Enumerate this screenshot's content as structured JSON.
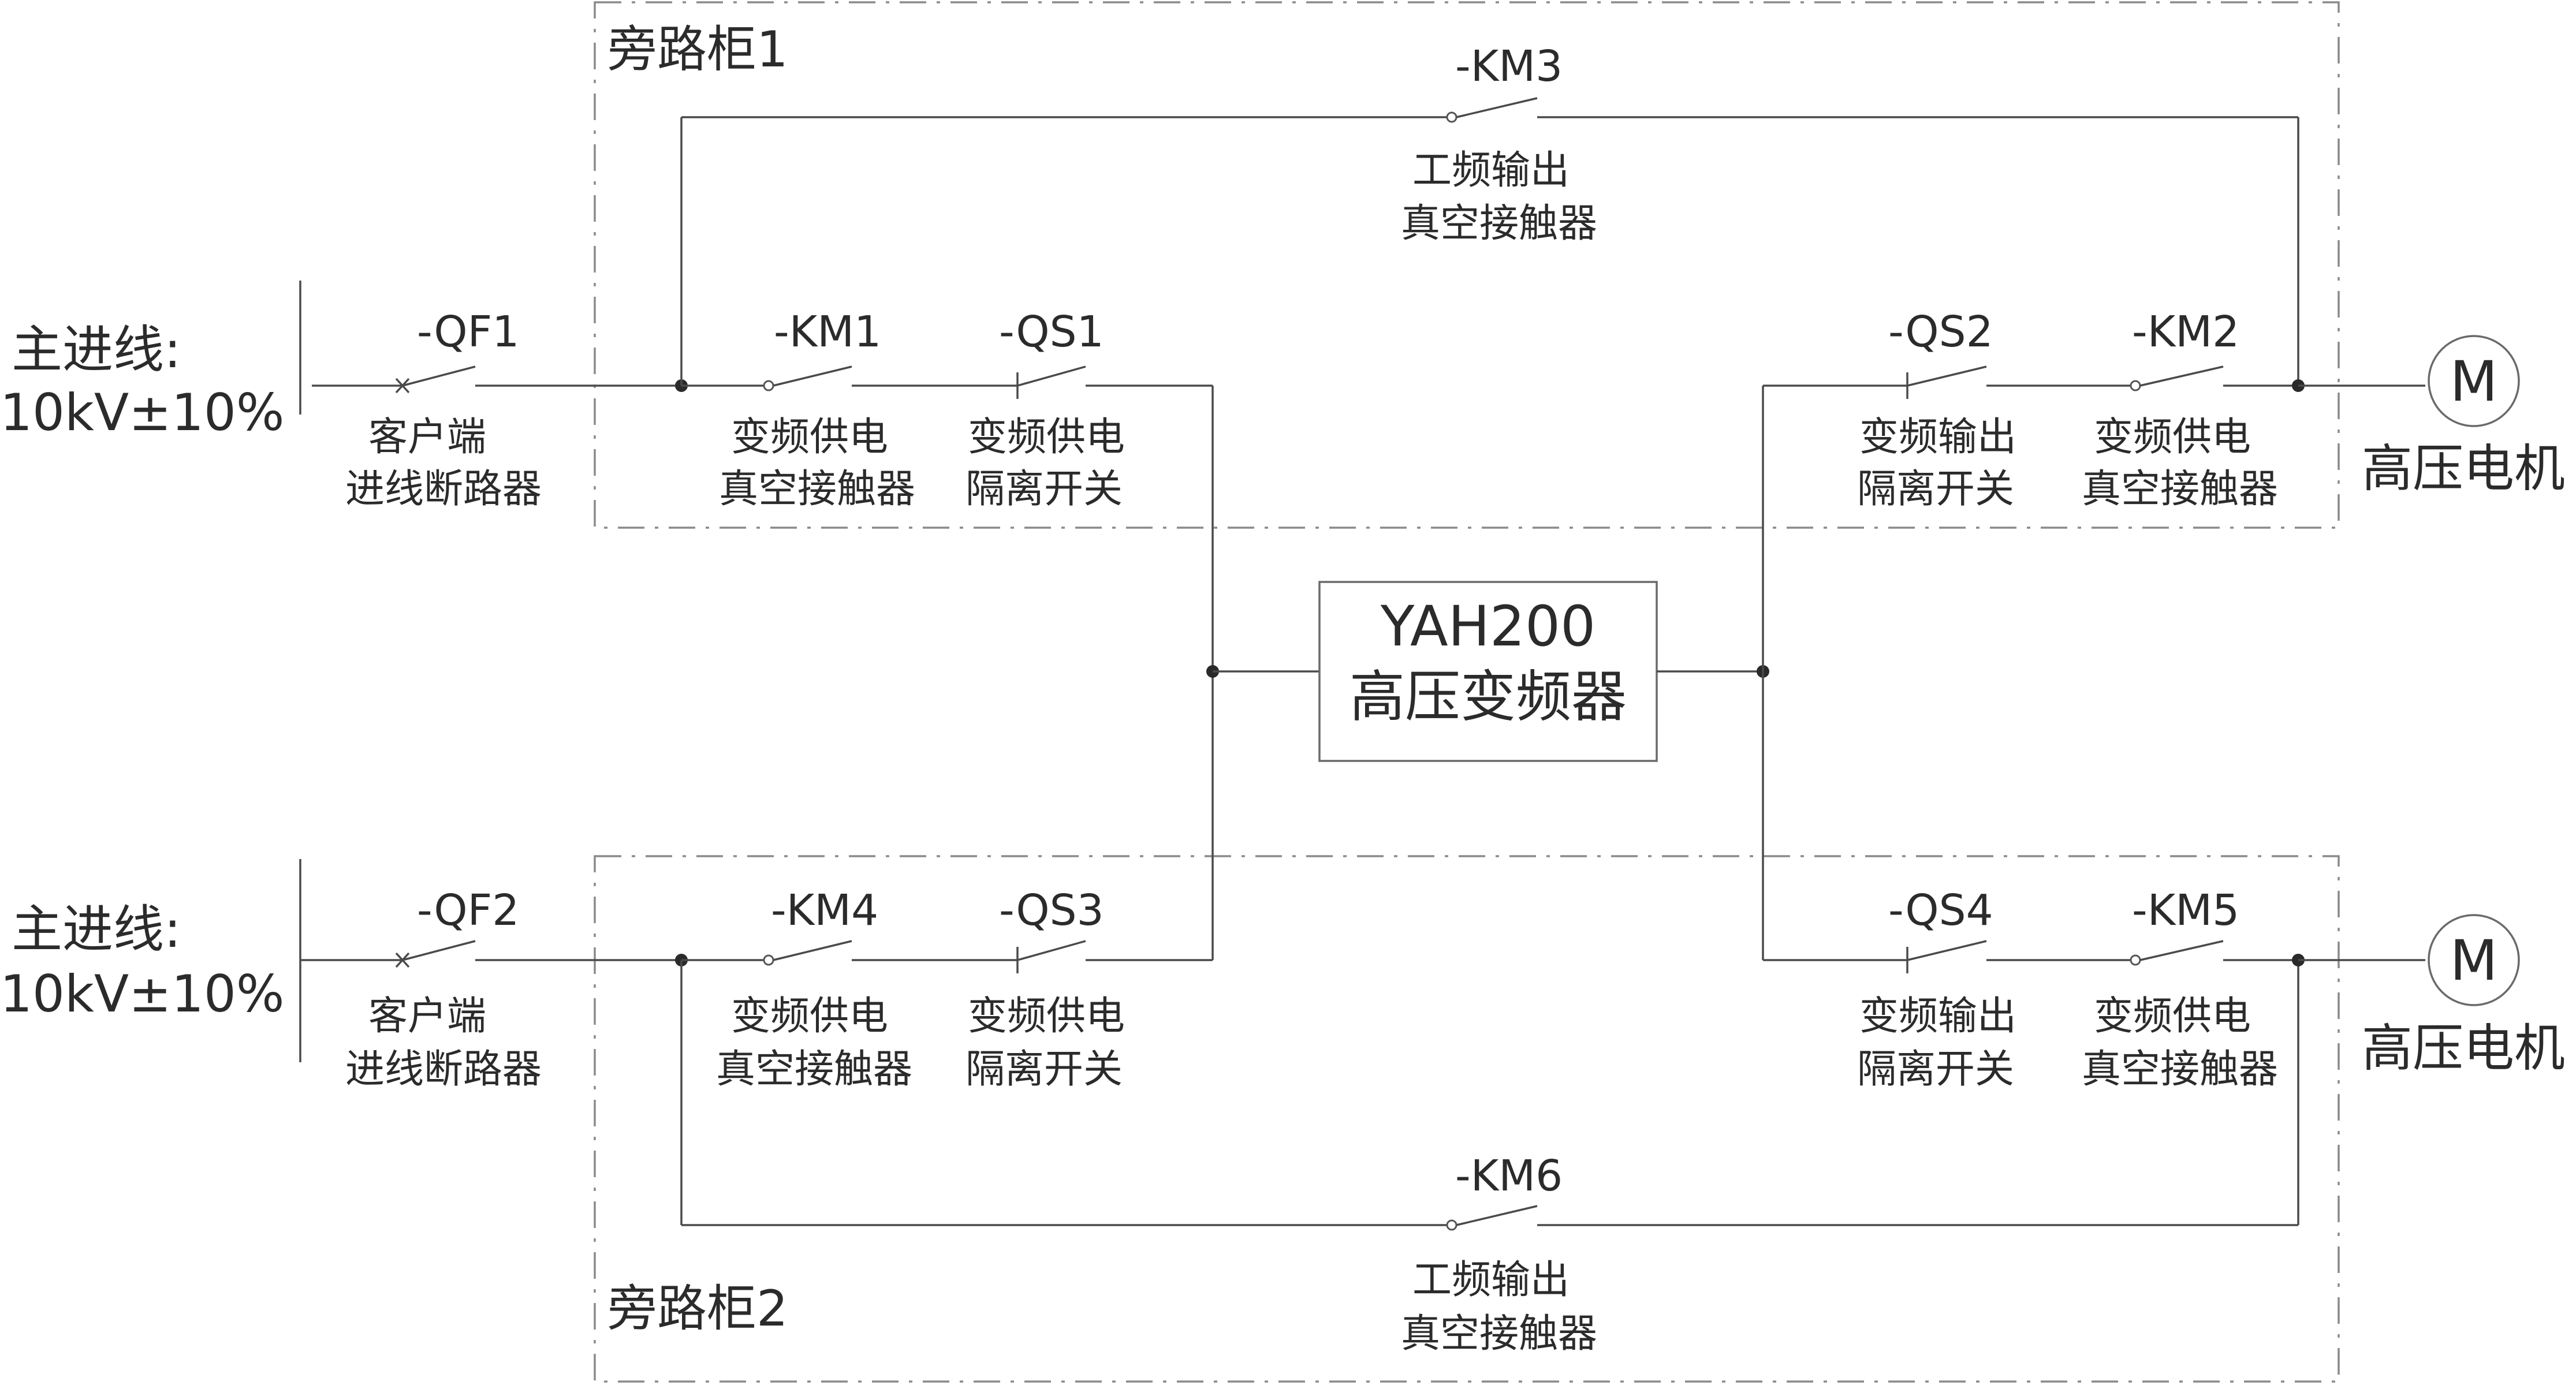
{
  "cabinets": [
    {
      "title": "旁路柜1"
    },
    {
      "title": "旁路柜2"
    }
  ],
  "sources": [
    {
      "label": "主进线:",
      "voltage": "10kV±10%"
    },
    {
      "label": "主进线:",
      "voltage": "10kV±10%"
    }
  ],
  "inverter": {
    "model": "YAH200",
    "name": "高压变频器"
  },
  "motors": [
    {
      "symbol": "M",
      "label": "高压电机"
    },
    {
      "symbol": "M",
      "label": "高压电机"
    }
  ],
  "devices": {
    "QF1": {
      "tag": "-QF1",
      "line1": "客户端",
      "line2": "进线断路器"
    },
    "KM1": {
      "tag": "-KM1",
      "line1": "变频供电",
      "line2": "真空接触器"
    },
    "QS1": {
      "tag": "-QS1",
      "line1": "变频供电",
      "line2": "隔离开关"
    },
    "KM3": {
      "tag": "-KM3",
      "line1": "工频输出",
      "line2": "真空接触器"
    },
    "QS2": {
      "tag": "-QS2",
      "line1": "变频输出",
      "line2": "隔离开关"
    },
    "KM2": {
      "tag": "-KM2",
      "line1": "变频供电",
      "line2": "真空接触器"
    },
    "QF2": {
      "tag": "-QF2",
      "line1": "客户端",
      "line2": "进线断路器"
    },
    "KM4": {
      "tag": "-KM4",
      "line1": "变频供电",
      "line2": "真空接触器"
    },
    "QS3": {
      "tag": "-QS3",
      "line1": "变频供电",
      "line2": "隔离开关"
    },
    "KM6": {
      "tag": "-KM6",
      "line1": "工频输出",
      "line2": "真空接触器"
    },
    "QS4": {
      "tag": "-QS4",
      "line1": "变频输出",
      "line2": "隔离开关"
    },
    "KM5": {
      "tag": "-KM5",
      "line1": "变频供电",
      "line2": "真空接触器"
    }
  }
}
